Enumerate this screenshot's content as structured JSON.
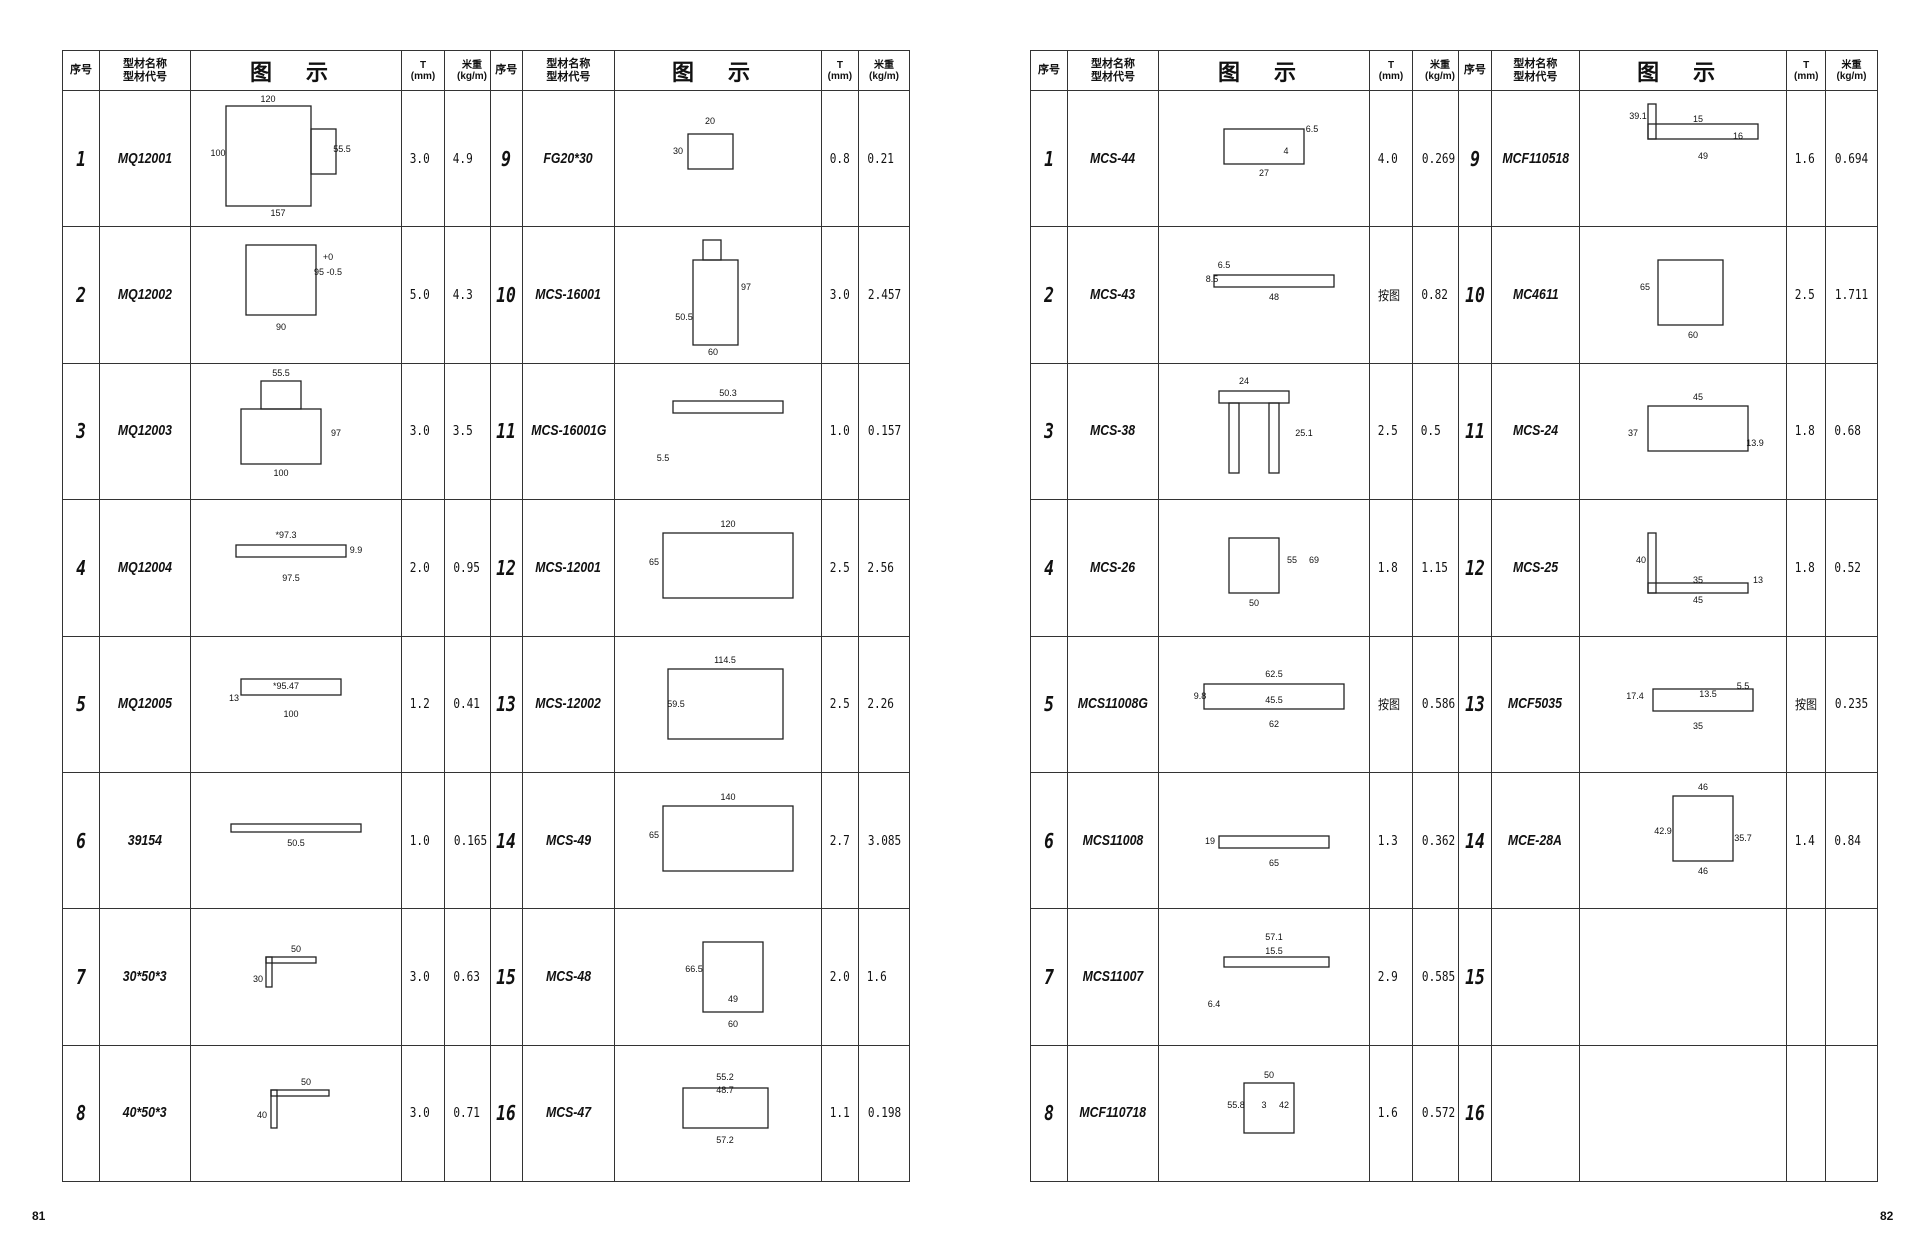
{
  "headers": {
    "seq": "序号",
    "name": "型材名称",
    "code": "型材代号",
    "figure": "图 示",
    "t": "T",
    "t_unit": "(mm)",
    "weight": "米重",
    "weight_unit": "(kg/m)"
  },
  "page_numbers": {
    "left": "81",
    "right": "82"
  },
  "tables": [
    {
      "rows": [
        {
          "no": "1",
          "code": "MQ12001",
          "t": "3.0",
          "w": "4.9",
          "dims": [
            "120",
            "100",
            "55.5",
            "157"
          ]
        },
        {
          "no": "2",
          "code": "MQ12002",
          "t": "5.0",
          "w": "4.3",
          "dims": [
            "95 -0.5",
            "+0",
            "90"
          ]
        },
        {
          "no": "3",
          "code": "MQ12003",
          "t": "3.0",
          "w": "3.5",
          "dims": [
            "55.5",
            "97",
            "100"
          ]
        },
        {
          "no": "4",
          "code": "MQ12004",
          "t": "2.0",
          "w": "0.95",
          "dims": [
            "*97.3",
            "9.9",
            "97.5"
          ]
        },
        {
          "no": "5",
          "code": "MQ12005",
          "t": "1.2",
          "w": "0.41",
          "dims": [
            "*95.47",
            "13",
            "100"
          ]
        },
        {
          "no": "6",
          "code": "39154",
          "t": "1.0",
          "w": "0.165",
          "dims": [
            "50.5"
          ]
        },
        {
          "no": "7",
          "code": "30*50*3",
          "t": "3.0",
          "w": "0.63",
          "dims": [
            "50",
            "30"
          ]
        },
        {
          "no": "8",
          "code": "40*50*3",
          "t": "3.0",
          "w": "0.71",
          "dims": [
            "50",
            "40"
          ]
        }
      ]
    },
    {
      "rows": [
        {
          "no": "9",
          "code": "FG20*30",
          "t": "0.8",
          "w": "0.21",
          "dims": [
            "20",
            "30"
          ]
        },
        {
          "no": "10",
          "code": "MCS-16001",
          "t": "3.0",
          "w": "2.457",
          "dims": [
            "50.5",
            "97",
            "60"
          ]
        },
        {
          "no": "11",
          "code": "MCS-16001G",
          "t": "1.0",
          "w": "0.157",
          "dims": [
            "50.3",
            "5.5"
          ]
        },
        {
          "no": "12",
          "code": "MCS-12001",
          "t": "2.5",
          "w": "2.56",
          "dims": [
            "120",
            "65"
          ]
        },
        {
          "no": "13",
          "code": "MCS-12002",
          "t": "2.5",
          "w": "2.26",
          "dims": [
            "114.5",
            "59.5"
          ]
        },
        {
          "no": "14",
          "code": "MCS-49",
          "t": "2.7",
          "w": "3.085",
          "dims": [
            "140",
            "65"
          ]
        },
        {
          "no": "15",
          "code": "MCS-48",
          "t": "2.0",
          "w": "1.6",
          "dims": [
            "66.5",
            "49",
            "60"
          ]
        },
        {
          "no": "16",
          "code": "MCS-47",
          "t": "1.1",
          "w": "0.198",
          "dims": [
            "55.2",
            "48.7",
            "57.2"
          ]
        }
      ]
    },
    {
      "rows": [
        {
          "no": "1",
          "code": "MCS-44",
          "t": "4.0",
          "w": "0.269",
          "dims": [
            "6.5",
            "4",
            "27"
          ]
        },
        {
          "no": "2",
          "code": "MCS-43",
          "t": "按图",
          "w": "0.82",
          "dims": [
            "6.5",
            "8.5",
            "48"
          ]
        },
        {
          "no": "3",
          "code": "MCS-38",
          "t": "2.5",
          "w": "0.5",
          "dims": [
            "24",
            "25.1"
          ]
        },
        {
          "no": "4",
          "code": "MCS-26",
          "t": "1.8",
          "w": "1.15",
          "dims": [
            "55",
            "69",
            "50"
          ]
        },
        {
          "no": "5",
          "code": "MCS11008G",
          "t": "按图",
          "w": "0.586",
          "dims": [
            "62.5",
            "9.8",
            "45.5",
            "62"
          ]
        },
        {
          "no": "6",
          "code": "MCS11008",
          "t": "1.3",
          "w": "0.362",
          "dims": [
            "19",
            "65"
          ]
        },
        {
          "no": "7",
          "code": "MCS11007",
          "t": "2.9",
          "w": "0.585",
          "dims": [
            "57.1",
            "15.5",
            "6.4"
          ]
        },
        {
          "no": "8",
          "code": "MCF110718",
          "t": "1.6",
          "w": "0.572",
          "dims": [
            "50",
            "55.8",
            "3",
            "42"
          ]
        }
      ]
    },
    {
      "rows": [
        {
          "no": "9",
          "code": "MCF110518",
          "t": "1.6",
          "w": "0.694",
          "dims": [
            "39.1",
            "15",
            "16",
            "49"
          ]
        },
        {
          "no": "10",
          "code": "MC4611",
          "t": "2.5",
          "w": "1.711",
          "dims": [
            "65",
            "60"
          ]
        },
        {
          "no": "11",
          "code": "MCS-24",
          "t": "1.8",
          "w": "0.68",
          "dims": [
            "45",
            "37",
            "13.9"
          ]
        },
        {
          "no": "12",
          "code": "MCS-25",
          "t": "1.8",
          "w": "0.52",
          "dims": [
            "40",
            "35",
            "13",
            "45"
          ]
        },
        {
          "no": "13",
          "code": "MCF5035",
          "t": "按图",
          "w": "0.235",
          "dims": [
            "17.4",
            "13.5",
            "5.5",
            "35"
          ]
        },
        {
          "no": "14",
          "code": "MCE-28A",
          "t": "1.4",
          "w": "0.84",
          "dims": [
            "46",
            "42.9",
            "35.7",
            "46"
          ]
        },
        {
          "no": "15",
          "code": "",
          "t": "",
          "w": "",
          "dims": []
        },
        {
          "no": "16",
          "code": "",
          "t": "",
          "w": "",
          "dims": []
        }
      ]
    }
  ]
}
